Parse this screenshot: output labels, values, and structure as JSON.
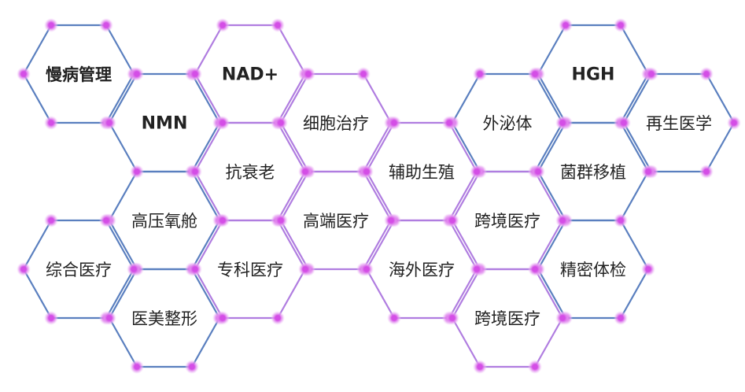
{
  "colors": {
    "blue": "#5a7fbf",
    "purple": "#b07de0",
    "node_core": "#d44ee6",
    "node_glow": "#e7a4f2",
    "text": "#222222"
  },
  "cells": [
    {
      "id": "c1",
      "label": "慢病管理",
      "name": "hex-chronic-disease-management",
      "stroke": "blue",
      "bold": true
    },
    {
      "id": "c2",
      "label": "NAD+",
      "name": "hex-nad-plus",
      "stroke": "purple",
      "bold": true
    },
    {
      "id": "c3",
      "label": "HGH",
      "name": "hex-hgh",
      "stroke": "blue",
      "bold": true
    },
    {
      "id": "c4",
      "label": "NMN",
      "name": "hex-nmn",
      "stroke": "blue",
      "bold": true
    },
    {
      "id": "c5",
      "label": "细胞治疗",
      "name": "hex-cell-therapy",
      "stroke": "purple",
      "bold": false
    },
    {
      "id": "c6",
      "label": "外泌体",
      "name": "hex-exosome",
      "stroke": "blue",
      "bold": false
    },
    {
      "id": "c7",
      "label": "再生医学",
      "name": "hex-regenerative-medicine",
      "stroke": "blue",
      "bold": false
    },
    {
      "id": "c8",
      "label": "抗衰老",
      "name": "hex-anti-aging",
      "stroke": "purple",
      "bold": false
    },
    {
      "id": "c9",
      "label": "辅助生殖",
      "name": "hex-assisted-reproduction",
      "stroke": "purple",
      "bold": false
    },
    {
      "id": "c10",
      "label": "菌群移植",
      "name": "hex-microbiota-transplant",
      "stroke": "blue",
      "bold": false
    },
    {
      "id": "c11",
      "label": "高压氧舱",
      "name": "hex-hyperbaric-oxygen",
      "stroke": "blue",
      "bold": false
    },
    {
      "id": "c12",
      "label": "高端医疗",
      "name": "hex-premium-medical",
      "stroke": "purple",
      "bold": false
    },
    {
      "id": "c13",
      "label": "跨境医疗",
      "name": "hex-cross-border-medical",
      "stroke": "purple",
      "bold": false
    },
    {
      "id": "c14",
      "label": "综合医疗",
      "name": "hex-general-medical",
      "stroke": "blue",
      "bold": false
    },
    {
      "id": "c15",
      "label": "专科医疗",
      "name": "hex-specialty-medical",
      "stroke": "purple",
      "bold": false
    },
    {
      "id": "c16",
      "label": "海外医疗",
      "name": "hex-overseas-medical",
      "stroke": "purple",
      "bold": false
    },
    {
      "id": "c17",
      "label": "精密体检",
      "name": "hex-precision-checkup",
      "stroke": "blue",
      "bold": false
    },
    {
      "id": "c18",
      "label": "医美整形",
      "name": "hex-medical-aesthetics",
      "stroke": "blue",
      "bold": false
    },
    {
      "id": "c19",
      "label": "跨境医疗",
      "name": "hex-cross-border-medical-2",
      "stroke": "purple",
      "bold": false
    }
  ]
}
